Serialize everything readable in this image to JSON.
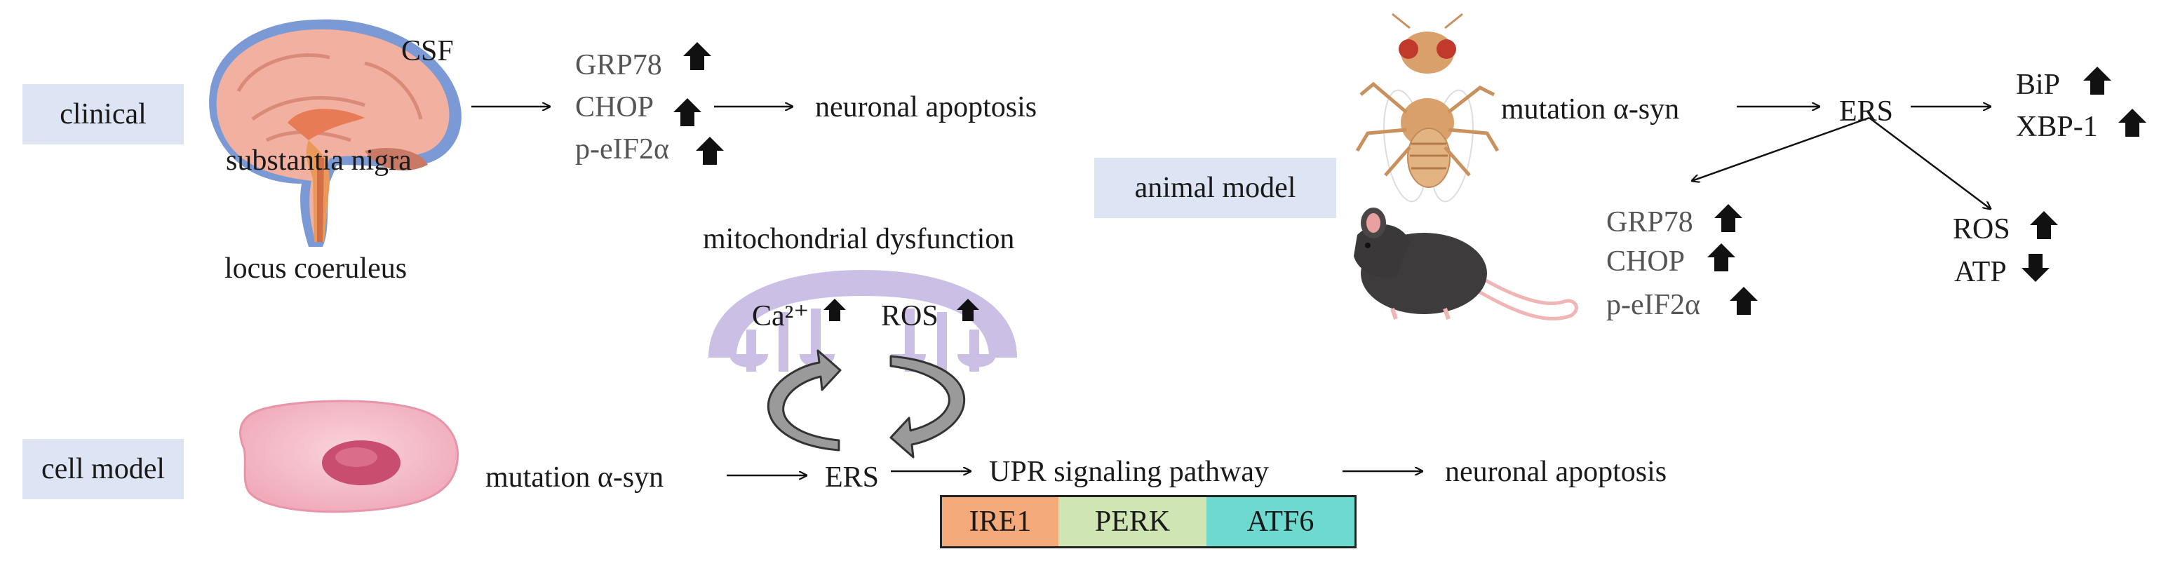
{
  "sections": {
    "clinical": "clinical",
    "animal_model": "animal model",
    "cell_model": "cell model"
  },
  "clinical": {
    "csf": "CSF",
    "substantia_nigra": "substantia nigra",
    "locus_coeruleus": "locus coeruleus",
    "markers": [
      "GRP78",
      "CHOP",
      "p-eIF2α"
    ],
    "outcome": "neuronal apoptosis"
  },
  "animal": {
    "cause": "mutation α-syn",
    "ers": "ERS",
    "right_markers": [
      "BiP",
      "XBP-1"
    ],
    "left_markers": [
      "GRP78",
      "CHOP",
      "p-eIF2α"
    ],
    "ros": "ROS",
    "atp": "ATP"
  },
  "mito": {
    "title": "mitochondrial dysfunction",
    "ca": "Ca²⁺",
    "ros": "ROS"
  },
  "cell": {
    "cause": "mutation α-syn",
    "ers": "ERS",
    "upr": "UPR signaling pathway",
    "outcome": "neuronal apoptosis",
    "branches": [
      "IRE1",
      "PERK",
      "ATF6"
    ]
  },
  "colors": {
    "ire1": "#f4a97a",
    "perk": "#cfe6b4",
    "atf6": "#6dd9cf",
    "tag_bg": "#dde4f3",
    "mito": "#cbbfe6",
    "cell": "#f4b8c5",
    "nucleus": "#c94d6e"
  },
  "icons": {
    "up": "up-arrow-icon",
    "down": "down-arrow-icon"
  }
}
